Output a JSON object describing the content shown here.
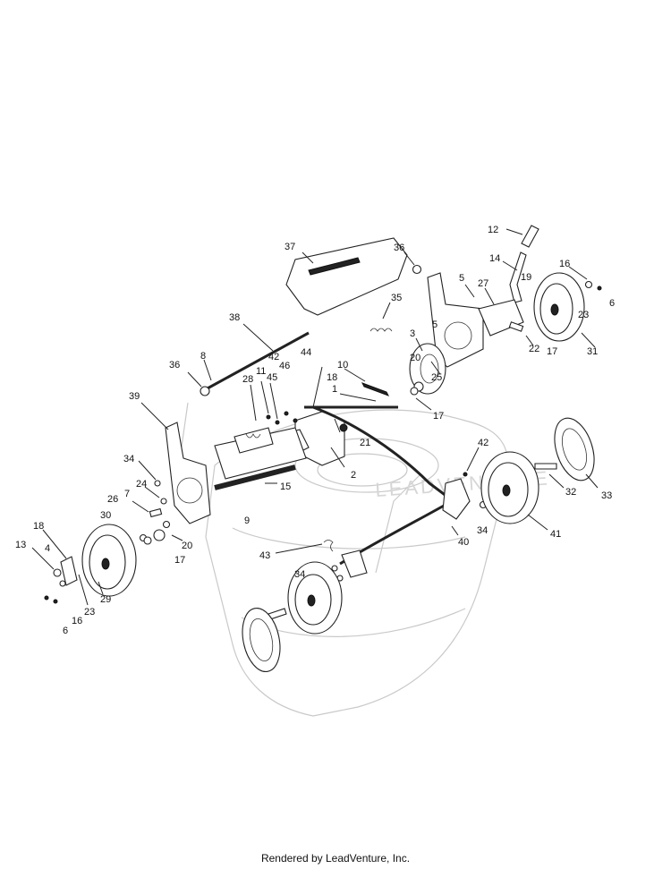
{
  "watermark": "LEADVENTURE",
  "footer": "Rendered by LeadVenture, Inc.",
  "callouts": [
    "12",
    "37",
    "36",
    "14",
    "16",
    "19",
    "5",
    "27",
    "6",
    "35",
    "23",
    "5",
    "38",
    "3",
    "22",
    "17",
    "31",
    "8",
    "36",
    "20",
    "25",
    "10",
    "44",
    "42",
    "46",
    "11",
    "45",
    "28",
    "18",
    "1",
    "17",
    "21",
    "39",
    "2",
    "42",
    "34",
    "15",
    "33",
    "24",
    "32",
    "26",
    "7",
    "9",
    "34",
    "41",
    "30",
    "40",
    "20",
    "18",
    "17",
    "43",
    "13",
    "4",
    "34",
    "29",
    "23",
    "16",
    "6"
  ]
}
